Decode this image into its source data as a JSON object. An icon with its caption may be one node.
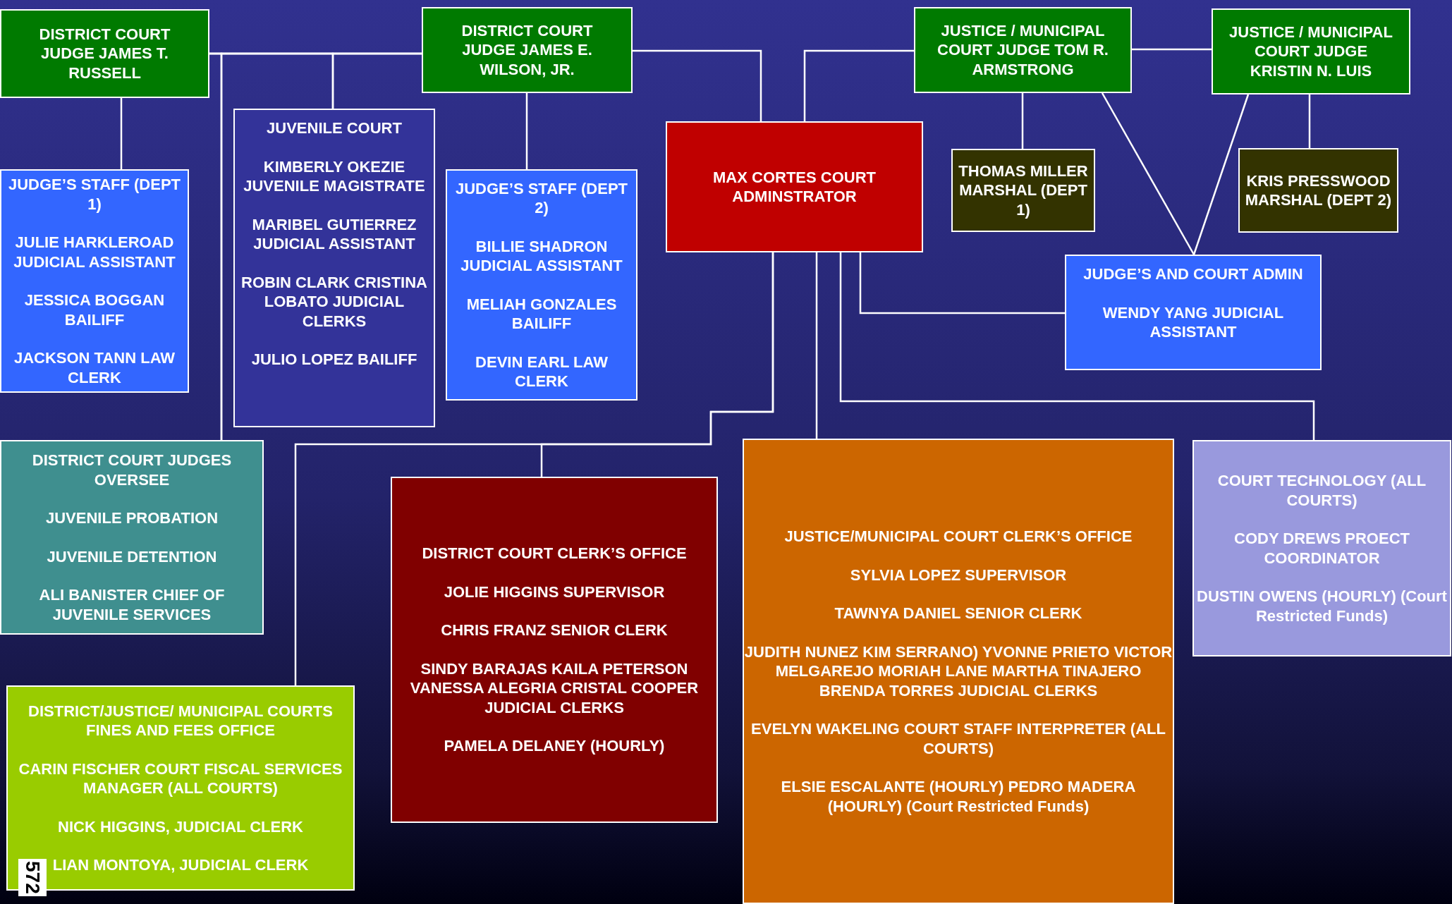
{
  "diagram": {
    "nodes": [
      {
        "text": [
          "DISTRICT COURT JUDGE JAMES T. RUSSELL"
        ]
      },
      {
        "text": [
          "DISTRICT COURT JUDGE JAMES E. WILSON, JR."
        ]
      },
      {
        "text": [
          "JUSTICE / MUNICIPAL COURT JUDGE TOM R. ARMSTRONG"
        ]
      },
      {
        "text": [
          "JUSTICE / MUNICIPAL COURT JUDGE KRISTIN N. LUIS"
        ]
      },
      {
        "text": [
          "JUDGE’S STAFF (DEPT 1)",
          "JULIE HARKLEROAD JUDICIAL  ASSISTANT",
          "JESSICA BOGGAN BAILIFF",
          "JACKSON TANN LAW CLERK"
        ]
      },
      {
        "text": [
          "JUVENILE COURT",
          "KIMBERLY  OKEZIE JUVENILE MAGISTRATE",
          "MARIBEL GUTIERREZ JUDICIAL ASSISTANT",
          "ROBIN CLARK CRISTINA LOBATO JUDICIAL CLERKS",
          "JULIO LOPEZ BAILIFF"
        ]
      },
      {
        "text": [
          "JUDGE’S STAFF (DEPT 2)",
          "BILLIE SHADRON JUDICIAL ASSISTANT",
          "MELIAH GONZALES BAILIFF",
          "DEVIN EARL LAW CLERK"
        ]
      },
      {
        "text": [
          "MAX CORTES COURT ADMINSTRATOR"
        ]
      },
      {
        "text": [
          "THOMAS MILLER MARSHAL (DEPT 1)"
        ]
      },
      {
        "text": [
          "KRIS PRESSWOOD MARSHAL (DEPT 2)"
        ]
      },
      {
        "text": [
          "JUDGE’S AND COURT ADMIN",
          "WENDY YANG JUDICIAL ASSISTANT"
        ]
      },
      {
        "text": [
          "DISTRICT COURT JUDGES OVERSEE",
          "JUVENILE PROBATION",
          "JUVENILE DETENTION",
          "ALI BANISTER CHIEF OF JUVENILE SERVICES"
        ]
      },
      {
        "text": [
          "DISTRICT COURT CLERK’S OFFICE",
          "JOLIE HIGGINS SUPERVISOR",
          "CHRIS FRANZ SENIOR CLERK",
          "SINDY BARAJAS KAILA PETERSON VANESSA ALEGRIA CRISTAL COOPER JUDICIAL CLERKS",
          "PAMELA DELANEY (HOURLY)"
        ]
      },
      {
        "text": [
          "JUSTICE/MUNICIPAL COURT CLERK’S OFFICE",
          "SYLVIA LOPEZ SUPERVISOR",
          "TAWNYA DANIEL SENIOR CLERK",
          "JUDITH NUNEZ KIM SERRANO) YVONNE PRIETO VICTOR MELGAREJO MORIAH LANE MARTHA TINAJERO BRENDA TORRES JUDICIAL CLERKS",
          "EVELYN WAKELING COURT STAFF INTERPRETER (ALL COURTS)",
          "ELSIE ESCALANTE (HOURLY) PEDRO MADERA (HOURLY) (Court Restricted Funds)"
        ]
      },
      {
        "text": [
          "COURT TECHNOLOGY (ALL COURTS)",
          "CODY DREWS PROECT COORDINATOR",
          "DUSTIN OWENS (HOURLY) (Court Restricted Funds)"
        ]
      },
      {
        "text": [
          "DISTRICT/JUSTICE/ MUNICIPAL COURTS FINES AND FEES OFFICE",
          "CARIN FISCHER COURT FISCAL SERVICES MANAGER (ALL COURTS)",
          "NICK HIGGINS, JUDICIAL CLERK",
          "LIAN MONTOYA, JUDICIAL CLERK"
        ]
      }
    ],
    "edges": [
      {
        "from": 0,
        "to": 1,
        "arrow": "none"
      },
      {
        "from": 0,
        "to": 4,
        "arrow": "none"
      },
      {
        "from": 0,
        "to": 5,
        "arrow": "none"
      },
      {
        "from": 1,
        "to": 5,
        "arrow": "none"
      },
      {
        "from": 0,
        "to": 11,
        "arrow": "none"
      },
      {
        "from": 1,
        "to": 11,
        "arrow": "none"
      },
      {
        "from": 1,
        "to": 6,
        "arrow": "none"
      },
      {
        "from": 1,
        "to": 7,
        "arrow": "none"
      },
      {
        "from": 2,
        "to": 7,
        "arrow": "none"
      },
      {
        "from": 2,
        "to": 3,
        "arrow": "none"
      },
      {
        "from": 2,
        "to": 8,
        "arrow": "none"
      },
      {
        "from": 3,
        "to": 9,
        "arrow": "none"
      },
      {
        "from": 2,
        "to": 10,
        "arrow": "none"
      },
      {
        "from": 3,
        "to": 10,
        "arrow": "none"
      },
      {
        "from": 7,
        "to": 10,
        "arrow": "none"
      },
      {
        "from": 7,
        "to": 12,
        "arrow": "none"
      },
      {
        "from": 7,
        "to": 15,
        "arrow": "none"
      },
      {
        "from": 7,
        "to": 13,
        "arrow": "none"
      },
      {
        "from": 7,
        "to": 14,
        "arrow": "none"
      }
    ],
    "labels": [
      "572"
    ]
  }
}
